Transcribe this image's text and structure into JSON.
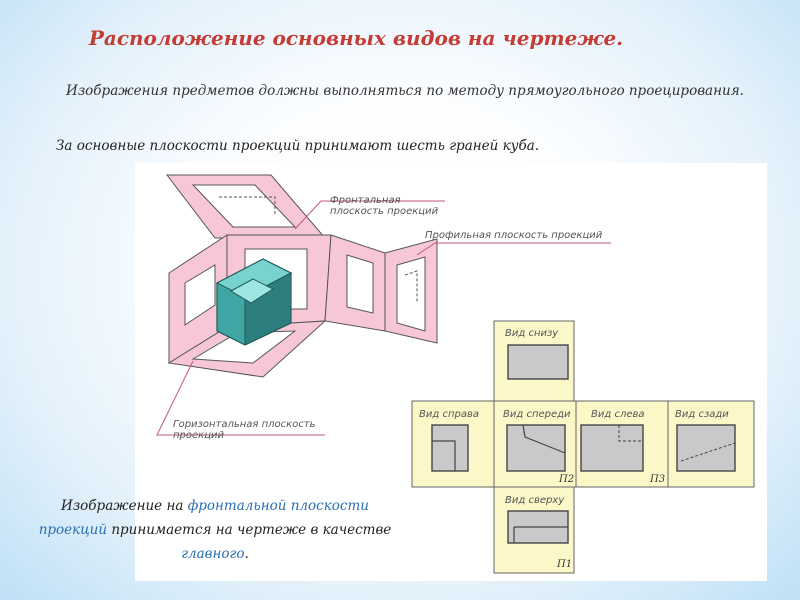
{
  "title": "Расположение основных видов на чертеже.",
  "intro": "Изображения предметов должны выполняться по методу прямоугольного проецирования.",
  "cube_text": "За основные плоскости проекций принимают шесть граней куба.",
  "labels": {
    "frontal": "Фронтальная плоскость проекций",
    "profile": "Профильная плоскость проекций",
    "horizontal": "Горизонтальная плоскость проекций"
  },
  "views": {
    "bottom": "Вид снизу",
    "right": "Вид справа",
    "front": "Вид спереди",
    "left": "Вид слева",
    "back": "Вид сзади",
    "top": "Вид сверху"
  },
  "planes": {
    "p2": "П2",
    "p3": "П3",
    "p1": "П1"
  },
  "note": {
    "part1": "Изображение на ",
    "highlight1": "фронтальной плоскости проекций",
    "part2": " принимается на чертеже в качестве ",
    "highlight2": "главного",
    "part3": "."
  },
  "colors": {
    "title": "#c43c34",
    "panel_fill": "#fbf7c9",
    "plane_pink": "#f7c7d8",
    "cube_teal": "#3fa6a3",
    "label_line": "#c2567f",
    "highlight": "#2a6db3"
  }
}
